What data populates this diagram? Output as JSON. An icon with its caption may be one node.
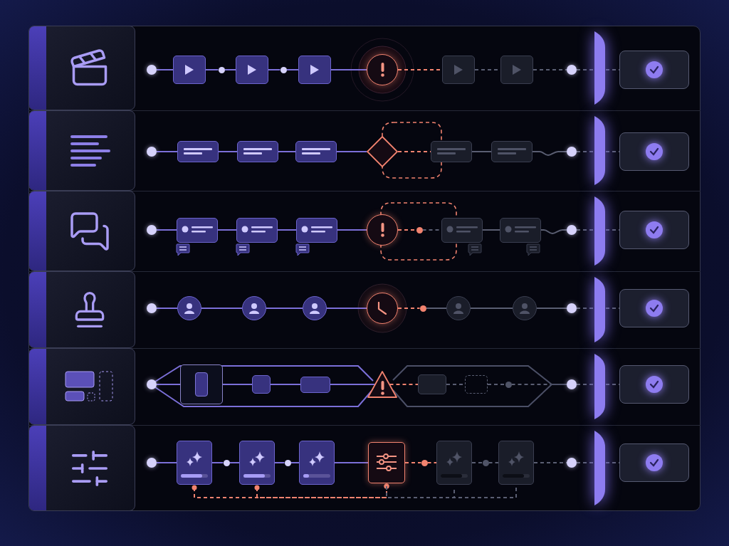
{
  "diagram": {
    "nodes": [
      {
        "text": [],
        "shape": "circle"
      },
      {
        "text": [],
        "shape": "box"
      },
      {
        "text": [],
        "shape": "circle"
      },
      {
        "text": [],
        "shape": "box"
      },
      {
        "text": [],
        "shape": "circle"
      },
      {
        "text": [],
        "shape": "box"
      },
      {
        "text": [],
        "shape": "circle"
      },
      {
        "text": [],
        "shape": "box"
      },
      {
        "text": [],
        "shape": "box"
      },
      {
        "text": [],
        "shape": "circle"
      },
      {
        "text": [],
        "shape": "box"
      },
      {
        "text": [],
        "shape": "circle"
      },
      {
        "text": [],
        "shape": "box"
      },
      {
        "text": [],
        "shape": "box"
      },
      {
        "text": [],
        "shape": "box"
      },
      {
        "text": [],
        "shape": "diamond"
      },
      {
        "text": [],
        "shape": "box"
      },
      {
        "text": [],
        "shape": "box"
      },
      {
        "text": [],
        "shape": "circle"
      },
      {
        "text": [],
        "shape": "box"
      },
      {
        "text": [],
        "shape": "circle"
      },
      {
        "text": [],
        "shape": "box"
      },
      {
        "text": [],
        "shape": "box"
      },
      {
        "text": [],
        "shape": "box"
      },
      {
        "text": [],
        "shape": "circle"
      },
      {
        "text": [],
        "shape": "circle"
      },
      {
        "text": [],
        "shape": "box"
      },
      {
        "text": [],
        "shape": "box"
      },
      {
        "text": [],
        "shape": "circle"
      },
      {
        "text": [],
        "shape": "box"
      },
      {
        "text": [],
        "shape": "circle"
      },
      {
        "text": [],
        "shape": "circle"
      },
      {
        "text": [],
        "shape": "circle"
      },
      {
        "text": [],
        "shape": "circle"
      },
      {
        "text": [],
        "shape": "circle"
      },
      {
        "text": [],
        "shape": "circle"
      },
      {
        "text": [],
        "shape": "circle"
      },
      {
        "text": [],
        "shape": "circle"
      },
      {
        "text": [],
        "shape": "circle"
      },
      {
        "text": [],
        "shape": "box"
      },
      {
        "text": [],
        "shape": "circle"
      },
      {
        "text": [],
        "shape": "box"
      },
      {
        "text": [],
        "shape": "box"
      },
      {
        "text": [],
        "shape": "box"
      },
      {
        "text": [],
        "shape": "triangle"
      },
      {
        "text": [],
        "shape": "box"
      },
      {
        "text": [],
        "shape": "box"
      },
      {
        "text": [],
        "shape": "circle"
      },
      {
        "text": [],
        "shape": "circle"
      },
      {
        "text": [],
        "shape": "box"
      },
      {
        "text": [],
        "shape": "circle"
      },
      {
        "text": [],
        "shape": "box"
      },
      {
        "text": [],
        "shape": "circle"
      },
      {
        "text": [],
        "shape": "box"
      },
      {
        "text": [],
        "shape": "circle"
      },
      {
        "text": [],
        "shape": "box"
      },
      {
        "text": [],
        "shape": "box"
      },
      {
        "text": [],
        "shape": "circle"
      },
      {
        "text": [],
        "shape": "box"
      },
      {
        "text": [],
        "shape": "circle"
      },
      {
        "text": [],
        "shape": "box"
      },
      {
        "text": [],
        "shape": "circle"
      },
      {
        "text": [],
        "shape": "box"
      },
      {
        "text": [],
        "shape": "bar"
      },
      {
        "text": [],
        "shape": "bar"
      },
      {
        "text": [],
        "shape": "bar"
      },
      {
        "text": [],
        "shape": "bar"
      },
      {
        "text": [],
        "shape": "bar"
      },
      {
        "text": [],
        "shape": "bar"
      }
    ],
    "edges": [
      {
        "from": 0,
        "to": 1,
        "arrow": "none"
      },
      {
        "from": 1,
        "to": 2,
        "arrow": "none"
      },
      {
        "from": 2,
        "to": 3,
        "arrow": "none"
      },
      {
        "from": 3,
        "to": 4,
        "arrow": "none"
      },
      {
        "from": 4,
        "to": 5,
        "arrow": "none"
      },
      {
        "from": 5,
        "to": 6,
        "arrow": "none"
      },
      {
        "from": 6,
        "to": 7,
        "arrow": "none",
        "style": "dashed",
        "color": "#f2836f"
      },
      {
        "from": 7,
        "to": 8,
        "arrow": "none",
        "style": "dashed",
        "color": "#5a5e72"
      },
      {
        "from": 8,
        "to": 9,
        "arrow": "none",
        "style": "dashed",
        "color": "#5a5e72"
      },
      {
        "from": 9,
        "to": 63,
        "arrow": "none",
        "style": "dashed",
        "color": "#5a5e72"
      },
      {
        "from": 11,
        "to": 12,
        "arrow": "none"
      },
      {
        "from": 12,
        "to": 13,
        "arrow": "none"
      },
      {
        "from": 13,
        "to": 14,
        "arrow": "none"
      },
      {
        "from": 14,
        "to": 15,
        "arrow": "none"
      },
      {
        "from": 15,
        "to": 16,
        "arrow": "none",
        "style": "dashed",
        "color": "#f2836f"
      },
      {
        "from": 16,
        "to": 17,
        "arrow": "none",
        "color": "#5a5e72"
      },
      {
        "from": 17,
        "to": 18,
        "arrow": "none",
        "color": "#5a5e72"
      },
      {
        "from": 18,
        "to": 64,
        "arrow": "none",
        "style": "dashed",
        "color": "#5a5e72"
      },
      {
        "from": 20,
        "to": 21,
        "arrow": "none"
      },
      {
        "from": 21,
        "to": 22,
        "arrow": "none"
      },
      {
        "from": 22,
        "to": 23,
        "arrow": "none"
      },
      {
        "from": 23,
        "to": 24,
        "arrow": "none"
      },
      {
        "from": 24,
        "to": 25,
        "arrow": "none",
        "style": "dashed",
        "color": "#f2836f"
      },
      {
        "from": 25,
        "to": 26,
        "arrow": "none",
        "style": "dashed",
        "color": "#5a5e72"
      },
      {
        "from": 26,
        "to": 27,
        "arrow": "none",
        "color": "#5a5e72"
      },
      {
        "from": 27,
        "to": 28,
        "arrow": "none",
        "color": "#5a5e72"
      },
      {
        "from": 28,
        "to": 65,
        "arrow": "none",
        "style": "dashed",
        "color": "#5a5e72"
      },
      {
        "from": 30,
        "to": 31,
        "arrow": "none"
      },
      {
        "from": 31,
        "to": 32,
        "arrow": "none"
      },
      {
        "from": 32,
        "to": 33,
        "arrow": "none"
      },
      {
        "from": 33,
        "to": 34,
        "arrow": "none"
      },
      {
        "from": 34,
        "to": 35,
        "arrow": "none",
        "style": "dashed",
        "color": "#f2836f"
      },
      {
        "from": 35,
        "to": 36,
        "arrow": "none",
        "color": "#5a5e72"
      },
      {
        "from": 36,
        "to": 37,
        "arrow": "none",
        "color": "#5a5e72"
      },
      {
        "from": 37,
        "to": 38,
        "arrow": "none",
        "color": "#5a5e72"
      },
      {
        "from": 38,
        "to": 66,
        "arrow": "none",
        "style": "dashed",
        "color": "#5a5e72"
      },
      {
        "from": 40,
        "to": 41,
        "arrow": "none"
      },
      {
        "from": 41,
        "to": 42,
        "arrow": "none"
      },
      {
        "from": 42,
        "to": 43,
        "arrow": "none"
      },
      {
        "from": 43,
        "to": 44,
        "arrow": "none"
      },
      {
        "from": 44,
        "to": 45,
        "arrow": "none",
        "style": "dashed",
        "color": "#f2836f"
      },
      {
        "from": 45,
        "to": 46,
        "arrow": "none",
        "style": "dashed",
        "color": "#5a5e72"
      },
      {
        "from": 46,
        "to": 47,
        "arrow": "none",
        "style": "dashed",
        "color": "#5a5e72"
      },
      {
        "from": 47,
        "to": 48,
        "arrow": "none",
        "style": "dashed",
        "color": "#5a5e72"
      },
      {
        "from": 48,
        "to": 67,
        "arrow": "none",
        "style": "dashed",
        "color": "#5a5e72"
      },
      {
        "from": 50,
        "to": 51,
        "arrow": "none"
      },
      {
        "from": 51,
        "to": 52,
        "arrow": "none"
      },
      {
        "from": 52,
        "to": 53,
        "arrow": "none"
      },
      {
        "from": 53,
        "to": 54,
        "arrow": "none"
      },
      {
        "from": 54,
        "to": 55,
        "arrow": "none"
      },
      {
        "from": 55,
        "to": 56,
        "arrow": "none"
      },
      {
        "from": 56,
        "to": 57,
        "arrow": "none",
        "style": "dashed",
        "color": "#f2836f"
      },
      {
        "from": 57,
        "to": 58,
        "arrow": "none",
        "style": "dashed",
        "color": "#f2836f"
      },
      {
        "from": 58,
        "to": 59,
        "arrow": "none",
        "style": "dashed",
        "color": "#5a5e72"
      },
      {
        "from": 59,
        "to": 60,
        "arrow": "none",
        "style": "dashed",
        "color": "#5a5e72"
      },
      {
        "from": 60,
        "to": 61,
        "arrow": "none",
        "style": "dashed",
        "color": "#5a5e72"
      },
      {
        "from": 61,
        "to": 68,
        "arrow": "none",
        "style": "dashed",
        "color": "#5a5e72"
      },
      {
        "from": 51,
        "to": 56,
        "arrow": "other",
        "style": "dashed",
        "color": "#f2836f"
      },
      {
        "from": 53,
        "to": 56,
        "arrow": "other",
        "style": "dashed",
        "color": "#f2836f"
      },
      {
        "from": 56,
        "to": 58,
        "arrow": "none",
        "style": "dashed",
        "color": "#5a5e72"
      },
      {
        "from": 56,
        "to": 60,
        "arrow": "none",
        "style": "dashed",
        "color": "#5a5e72"
      },
      {
        "from": 63,
        "to": 10,
        "arrow": "none",
        "style": "dashed",
        "color": "#5a5e72"
      },
      {
        "from": 64,
        "to": 19,
        "arrow": "none",
        "style": "dashed",
        "color": "#5a5e72"
      },
      {
        "from": 65,
        "to": 29,
        "arrow": "none",
        "style": "dashed",
        "color": "#5a5e72"
      },
      {
        "from": 66,
        "to": 39,
        "arrow": "none",
        "style": "dashed",
        "color": "#5a5e72"
      },
      {
        "from": 67,
        "to": 49,
        "arrow": "none",
        "style": "dashed",
        "color": "#5a5e72"
      },
      {
        "from": 68,
        "to": 62,
        "arrow": "none",
        "style": "dashed",
        "color": "#5a5e72"
      },
      {
        "from": 40,
        "to": 44,
        "arrow": "none"
      },
      {
        "from": 40,
        "to": 44,
        "arrow": "none"
      },
      {
        "from": 44,
        "to": 48,
        "arrow": "none",
        "color": "#4b4f66"
      },
      {
        "from": 44,
        "to": 48,
        "arrow": "none",
        "color": "#4b4f66"
      }
    ]
  }
}
